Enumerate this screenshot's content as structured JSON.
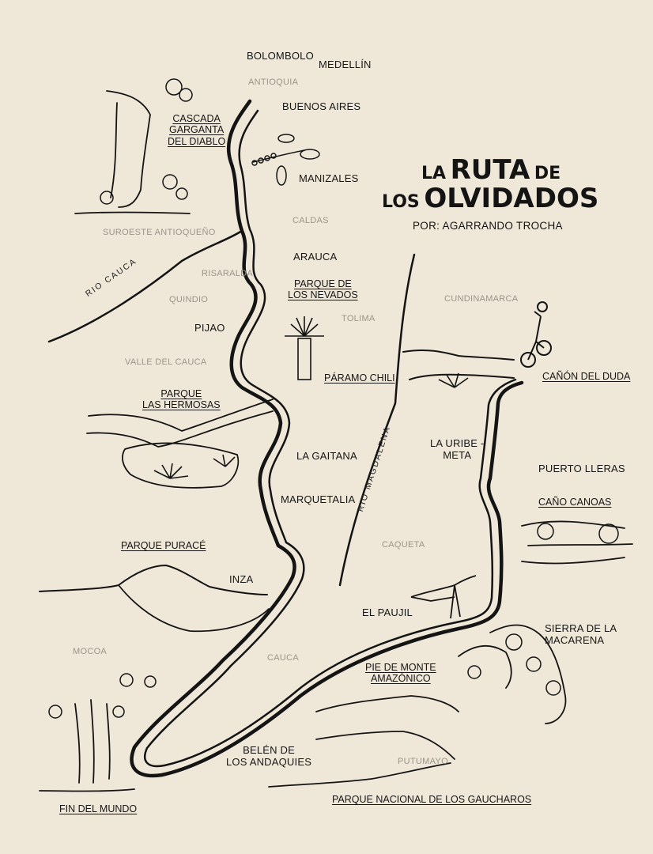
{
  "map": {
    "title_line1_small": "LA",
    "title_line1_big": "RUTA",
    "title_line1_small2": "DE",
    "title_line2_small": "LOS",
    "title_line2_big": "OLVIDADOS",
    "byline": "POR: AGARRANDO TROCHA"
  },
  "places": {
    "bolombolo": "BOLOMBOLO",
    "medellin": "MEDELLÍN",
    "buenos_aires": "BUENOS AIRES",
    "manizales": "MANIZALES",
    "arauca": "ARAUCA",
    "pijao": "PIJAO",
    "la_gaitana": "LA GAITANA",
    "marquetalia": "MARQUETALIA",
    "inza": "INZA",
    "el_paujil": "EL PAUJIL",
    "la_uribe_1": "LA URIBE -",
    "la_uribe_2": "META",
    "puerto_lleras": "PUERTO LLERAS",
    "belen_1": "BELÉN DE",
    "belen_2": "LOS ANDAQUIES"
  },
  "points_of_interest": {
    "cascada_1": "CASCADA",
    "cascada_2": "GARGANTA",
    "cascada_3": "DEL DIABLO",
    "nevados_1": "PARQUE DE",
    "nevados_2": "LOS NEVADOS",
    "paramo_chili": "PÁRAMO CHILI",
    "hermosas_1": "PARQUE",
    "hermosas_2": "LAS HERMOSAS",
    "purace": "PARQUE PURACÉ",
    "canon_duda": "CAÑÓN DEL DUDA",
    "cano_canoas": "CAÑO CANOAS",
    "macarena_1": "SIERRA DE LA",
    "macarena_2": "MACARENA",
    "piedemonte_1": "PIE DE MONTE",
    "piedemonte_2": "AMAZÓNICO",
    "fin_del_mundo": "FIN DEL MUNDO",
    "gaucharos": "PARQUE NACIONAL DE LOS GAUCHAROS"
  },
  "regions": {
    "antioquia": "ANTIOQUIA",
    "suroeste": "SUROESTE ANTIOQUEÑO",
    "caldas": "CALDAS",
    "risaralda": "RISARALDA",
    "quindio": "QUINDIO",
    "tolima": "TOLIMA",
    "cundinamarca": "CUNDINAMARCA",
    "valle": "VALLE DEL CAUCA",
    "caqueta": "CAQUETA",
    "mocoa": "MOCOA",
    "cauca": "CAUCA",
    "putumayo": "PUTUMAYO"
  },
  "rivers": {
    "cauca": "RIO CAUCA",
    "magdalena": "RIO MAGDALENA"
  },
  "colors": {
    "paper": "#efe8d8",
    "ink": "#141414",
    "region_gray": "#9a958a"
  }
}
